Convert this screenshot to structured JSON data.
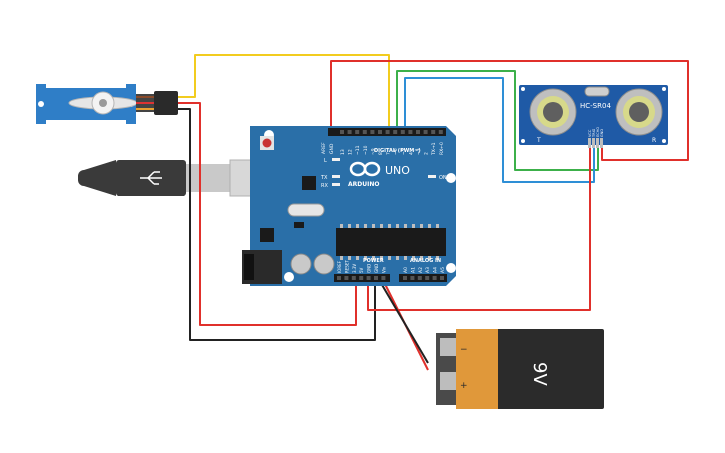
{
  "board": {
    "logo_text": "ARDUINO",
    "model_text": "UNO",
    "digital_label": "DIGITAL (PWM~)",
    "power_label": "POWER",
    "analog_label": "ANALOG IN",
    "on_label": "ON",
    "l_label": "L",
    "tx_label": "TX",
    "rx_label": "RX",
    "aref_label": "AREF",
    "gnd_label": "GND",
    "digital_pins": [
      "13",
      "12",
      "~11",
      "~10",
      "~9",
      "8",
      "7",
      "~6",
      "~5",
      "4",
      "~3",
      "2",
      "TX→1",
      "RX←0"
    ],
    "power_pins": [
      "IOREF",
      "RESET",
      "3.3V",
      "5V",
      "GND",
      "GND",
      "Vin"
    ],
    "analog_pins": [
      "A0",
      "A1",
      "A2",
      "A3",
      "A4",
      "A5"
    ]
  },
  "sensor": {
    "label": "HC-SR04",
    "pins": [
      "VCC",
      "TRIG",
      "ECHO",
      "GND"
    ],
    "side_t": "T",
    "side_r": "R"
  },
  "battery": {
    "label": "9V",
    "minus": "−",
    "plus": "+"
  },
  "wires": {
    "red": "#e0302b",
    "black": "#222222",
    "yellow": "#f2cc1f",
    "green": "#3cb04a",
    "blue": "#2e8fd6"
  },
  "colors": {
    "board_blue": "#2a6fa8",
    "servo_blue": "#2f7ec7",
    "sensor_blue": "#1f5aa6",
    "battery_orange": "#e0983a",
    "battery_black": "#2b2b2b"
  }
}
